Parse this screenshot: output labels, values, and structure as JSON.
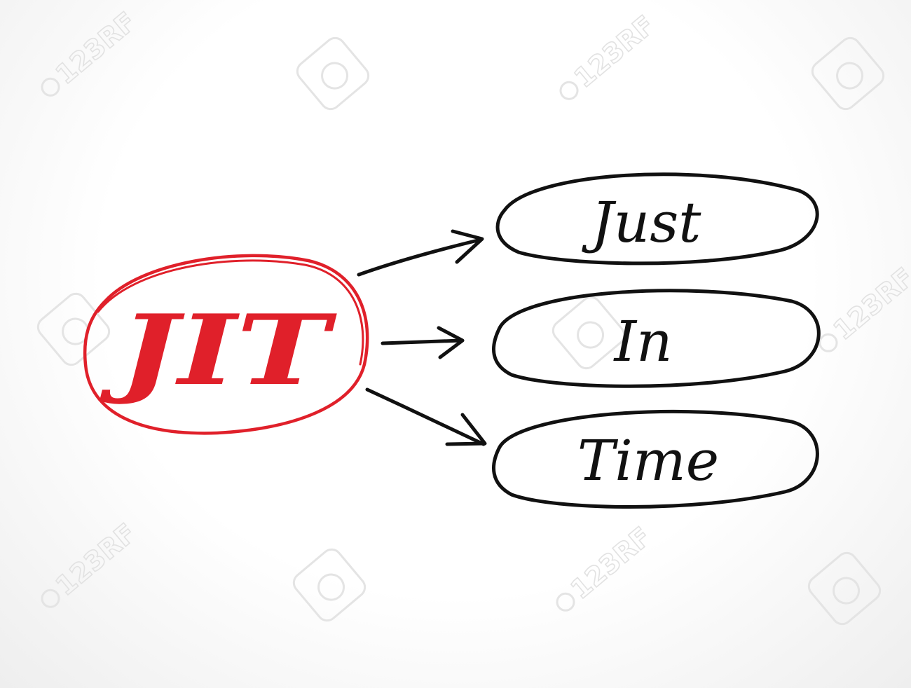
{
  "acronym": {
    "text": "JIT",
    "color": "#e0202a"
  },
  "expansion": [
    {
      "word": "Just"
    },
    {
      "word": "In"
    },
    {
      "word": "Time"
    }
  ],
  "watermark": {
    "text": "123RF",
    "icon": "camera-icon"
  },
  "colors": {
    "ink": "#111111",
    "accent": "#e0202a",
    "watermark": "#e4e4e4"
  }
}
